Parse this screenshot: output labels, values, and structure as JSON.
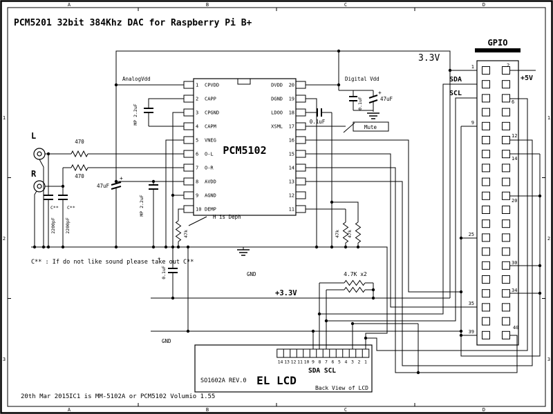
{
  "title": "PCM5201 32bit 384Khz DAC for Raspberry Pi B+",
  "frame": {
    "top_ticks": [
      "A",
      "B",
      "C",
      "D"
    ],
    "bottom_ticks": [
      "A",
      "B",
      "C",
      "D"
    ],
    "left_ticks": [
      "1",
      "2",
      "3"
    ],
    "right_ticks": [
      "1",
      "2",
      "3"
    ]
  },
  "ic": {
    "name": "PCM5102",
    "left_pins": [
      {
        "num": "1",
        "label": "CPVDD"
      },
      {
        "num": "2",
        "label": "CAPP"
      },
      {
        "num": "3",
        "label": "CPGND"
      },
      {
        "num": "4",
        "label": "CAPM"
      },
      {
        "num": "5",
        "label": "VNEG"
      },
      {
        "num": "6",
        "label": "O-L"
      },
      {
        "num": "7",
        "label": "O-R"
      },
      {
        "num": "8",
        "label": "AVDD"
      },
      {
        "num": "9",
        "label": "AGND"
      },
      {
        "num": "10",
        "label": "DEMP"
      }
    ],
    "right_pins": [
      {
        "num": "20",
        "label": "DVDD"
      },
      {
        "num": "19",
        "label": "DGND"
      },
      {
        "num": "18",
        "label": "LDOO"
      },
      {
        "num": "17",
        "label": "XSML"
      },
      {
        "num": "16",
        "label": ""
      },
      {
        "num": "15",
        "label": ""
      },
      {
        "num": "14",
        "label": ""
      },
      {
        "num": "13",
        "label": ""
      },
      {
        "num": "12",
        "label": ""
      },
      {
        "num": "11",
        "label": ""
      }
    ]
  },
  "gpio": {
    "title": "GPIO",
    "left_numbers": [
      {
        "num": "1"
      },
      {
        "num": "9"
      },
      {
        "num": "25"
      },
      {
        "num": "35"
      },
      {
        "num": "39"
      }
    ],
    "right_numbers": [
      {
        "num": "2"
      },
      {
        "num": "6"
      },
      {
        "num": "12"
      },
      {
        "num": "14"
      },
      {
        "num": "20"
      },
      {
        "num": "30"
      },
      {
        "num": "34"
      },
      {
        "num": "40"
      }
    ]
  },
  "power": {
    "analog_vdd": "AnalogVdd",
    "digital_vdd": "Digital Vdd",
    "v33": "3.3V",
    "v5": "+5V",
    "p33": "+3.3V",
    "gnd_mid": "GND",
    "gnd_low": "GND"
  },
  "i2c": {
    "sda": "SDA",
    "scl": "SCL"
  },
  "inputs": {
    "l": "L",
    "r": "R"
  },
  "parts": {
    "r470_top": "470",
    "r470_bot": "470",
    "cstar_a": "C**",
    "cstar_b": "C**",
    "c2200_a": "2200pF",
    "c2200_b": "2200pF",
    "c47u_in": "47uF",
    "c47u_dig": "47uF",
    "mp22_a": "MP 2.2uF",
    "mp22_b": "MP 2.2uF",
    "c01_dig": "0.1uF",
    "c01_ldo": "0.1uF",
    "c01_mid": "0.1uF",
    "r47k_a": "47k",
    "r47k_b": "47k",
    "r47k_demp": "47k",
    "r47k2": "4.7K x2",
    "mute": "Mute",
    "plus_a": "+",
    "plus_b": "+",
    "plus_mid": "+"
  },
  "notes": {
    "h_is_deph": "H is Deph",
    "c_note": "C** : If do not like sound please take out C**"
  },
  "lcd": {
    "model": "SO1602A REV.0",
    "title": "EL LCD",
    "back": "Back View of LCD",
    "i2c": "SDA SCL",
    "pins": [
      "14",
      "13",
      "12",
      "11",
      "10",
      "9",
      "8",
      "7",
      "6",
      "5",
      "4",
      "3",
      "2",
      "1"
    ]
  },
  "footer": {
    "date": "20th Mar 2015",
    "info": "IC1 is MM-5102A or PCM5102  Volumio 1.55"
  }
}
